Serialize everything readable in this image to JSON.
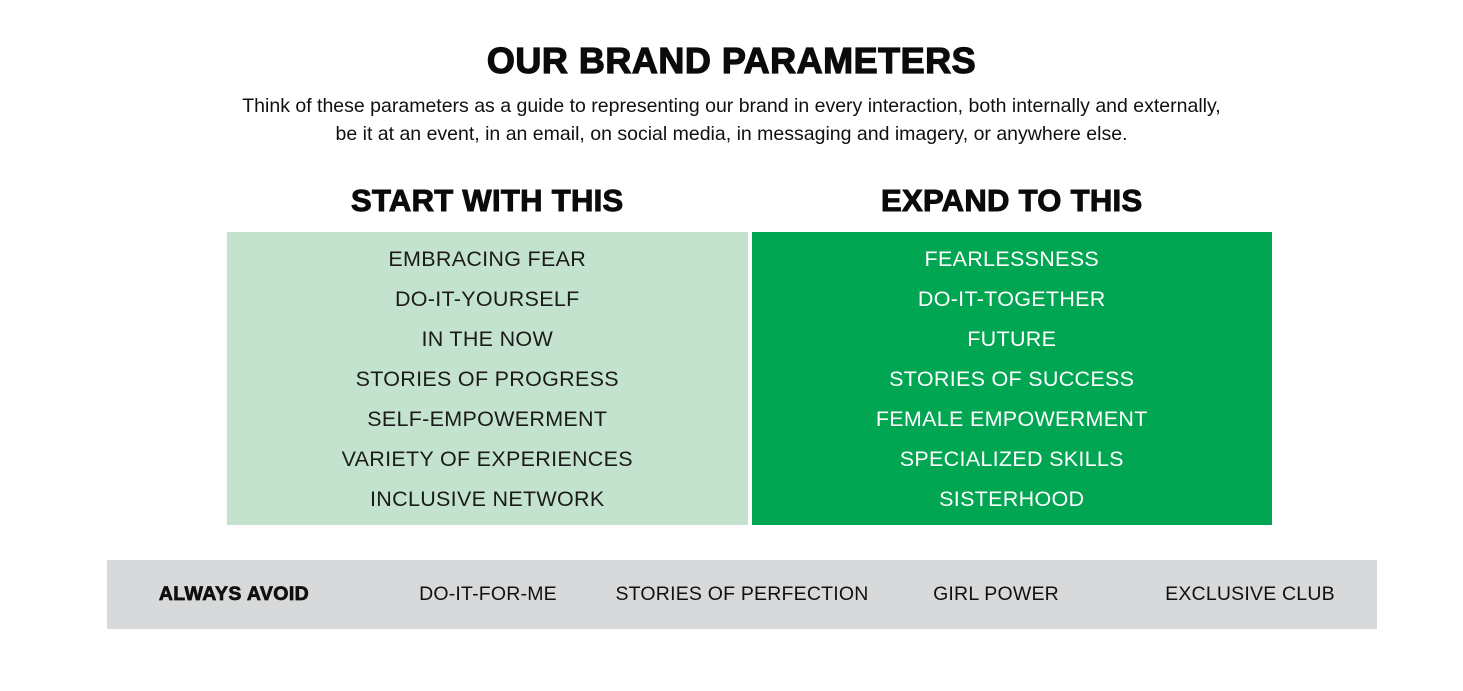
{
  "header": {
    "title": "OUR BRAND PARAMETERS",
    "subtitle_line1": "Think of these parameters as a guide to representing our brand in every interaction, both internally and externally,",
    "subtitle_line2": "be it at an event, in an email, on social media, in messaging and imagery, or anywhere else."
  },
  "columns": [
    {
      "header": "START WITH THIS",
      "items": [
        "EMBRACING FEAR",
        "DO-IT-YOURSELF",
        "IN THE NOW",
        "STORIES OF PROGRESS",
        "SELF-EMPOWERMENT",
        "VARIETY OF EXPERIENCES",
        "INCLUSIVE NETWORK"
      ],
      "bg": "#c4e3ce",
      "text_color": "#1b1b1b"
    },
    {
      "header": "EXPAND TO THIS",
      "items": [
        "FEARLESSNESS",
        "DO-IT-TOGETHER",
        "FUTURE",
        "STORIES OF SUCCESS",
        "FEMALE EMPOWERMENT",
        "SPECIALIZED SKILLS",
        "SISTERHOOD"
      ],
      "bg": "#00a651",
      "text_color": "#ffffff"
    }
  ],
  "avoid_bar": {
    "label": "ALWAYS AVOID",
    "items": [
      "DO-IT-FOR-ME",
      "STORIES OF PERFECTION",
      "GIRL POWER",
      "EXCLUSIVE CLUB"
    ],
    "bg": "#d8d9da"
  },
  "colors": {
    "background": "#ffffff",
    "light_green": "#c4e3ce",
    "brand_green": "#00a651",
    "avoid_gray": "#d8d9da",
    "text_black": "#0b0b0b",
    "text_white": "#ffffff"
  }
}
